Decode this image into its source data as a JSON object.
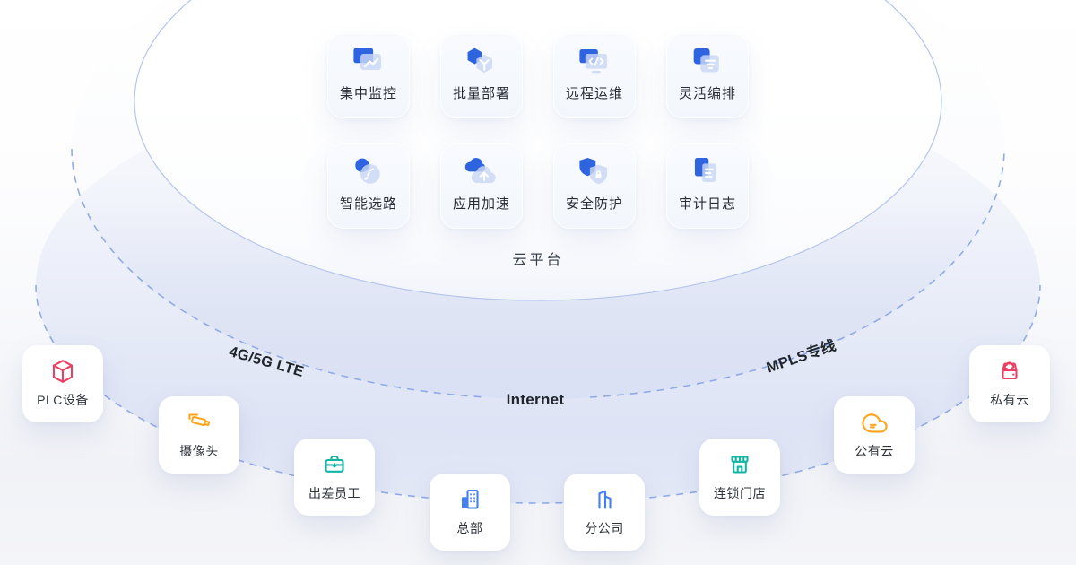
{
  "diagram": {
    "platform": {
      "label": "云平台",
      "features": [
        {
          "label": "集中监控",
          "icon": "monitor-chart-icon"
        },
        {
          "label": "批量部署",
          "icon": "deploy-cubes-icon"
        },
        {
          "label": "远程运维",
          "icon": "remote-ops-icon"
        },
        {
          "label": "灵活编排",
          "icon": "orchestration-icon"
        },
        {
          "label": "智能选路",
          "icon": "smart-routing-icon"
        },
        {
          "label": "应用加速",
          "icon": "cloud-acceleration-icon"
        },
        {
          "label": "安全防护",
          "icon": "shield-lock-icon"
        },
        {
          "label": "审计日志",
          "icon": "audit-log-icon"
        }
      ]
    },
    "links": [
      {
        "label": "4G/5G LTE"
      },
      {
        "label": "Internet"
      },
      {
        "label": "MPLS专线"
      }
    ],
    "endpoints": [
      {
        "label": "PLC设备",
        "icon": "plc-cube-icon",
        "color": "#ed3f63"
      },
      {
        "label": "摄像头",
        "icon": "cctv-camera-icon",
        "color": "#ffa41c"
      },
      {
        "label": "出差员工",
        "icon": "briefcase-icon",
        "color": "#12b4a4"
      },
      {
        "label": "总部",
        "icon": "headquarters-building-icon",
        "color": "#4380f2"
      },
      {
        "label": "分公司",
        "icon": "branch-building-icon",
        "color": "#4380f2"
      },
      {
        "label": "连锁门店",
        "icon": "storefront-icon",
        "color": "#12b4a4"
      },
      {
        "label": "公有云",
        "icon": "public-cloud-icon",
        "color": "#ffa41c"
      },
      {
        "label": "私有云",
        "icon": "private-cloud-icon",
        "color": "#ed3f63"
      }
    ],
    "colors": {
      "feature_primary": "#2e64df",
      "feature_secondary": "#c9d7f4",
      "dashed_ring": "#8aa8e6",
      "inner_disc_edge": "#b6c5ee"
    }
  }
}
